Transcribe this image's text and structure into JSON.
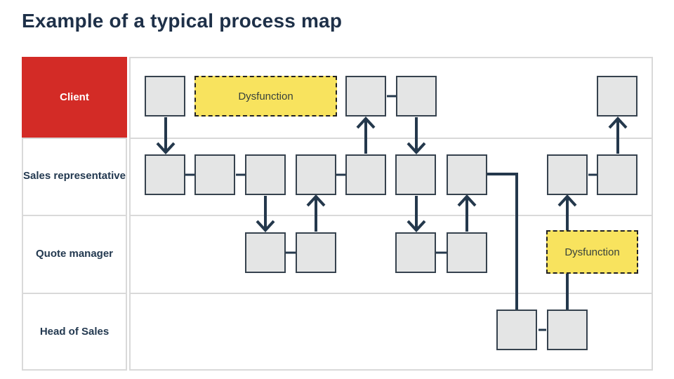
{
  "title": "Example of a typical process map",
  "lanes": [
    {
      "label": "Client"
    },
    {
      "label": "Sales representative"
    },
    {
      "label": "Quote manager"
    },
    {
      "label": "Head of Sales"
    }
  ],
  "annotations": [
    {
      "label": "Dysfunction",
      "lane": "Client"
    },
    {
      "label": "Dysfunction",
      "lane": "Quote manager"
    }
  ],
  "colors": {
    "client_lane_bg": "#d32b26",
    "client_lane_text": "#ffffff",
    "dysfunction_bg": "#f8e35e",
    "dysfunction_border": "#222222",
    "box_fill": "#e4e5e5",
    "box_border": "#36424e",
    "flow_line": "#24384c",
    "grid_line": "#d9d9d9",
    "title_text": "#1e3048"
  }
}
